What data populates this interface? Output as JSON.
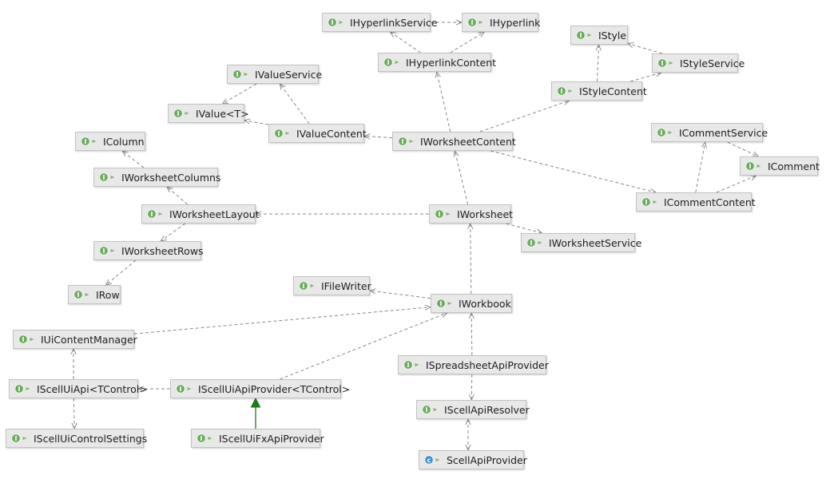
{
  "colors": {
    "background": "#ffffff",
    "node_fill": "#e8e8e8",
    "node_border": "#c2c2c2",
    "interface_badge": "#6aab5c",
    "class_badge": "#3e8fd6",
    "edge": "#8a8a8a",
    "implements_edge": "#1e7a1e"
  },
  "nodes": [
    {
      "id": "IHyperlinkService",
      "label": "IHyperlinkService",
      "kind": "interface",
      "icon": "interface-icon"
    },
    {
      "id": "IHyperlink",
      "label": "IHyperlink",
      "kind": "interface",
      "icon": "interface-icon"
    },
    {
      "id": "IHyperlinkContent",
      "label": "IHyperlinkContent",
      "kind": "interface",
      "icon": "interface-icon"
    },
    {
      "id": "IStyle",
      "label": "IStyle",
      "kind": "interface",
      "icon": "interface-icon"
    },
    {
      "id": "IStyleService",
      "label": "IStyleService",
      "kind": "interface",
      "icon": "interface-icon"
    },
    {
      "id": "IStyleContent",
      "label": "IStyleContent",
      "kind": "interface",
      "icon": "interface-icon"
    },
    {
      "id": "IValueService",
      "label": "IValueService",
      "kind": "interface",
      "icon": "interface-icon"
    },
    {
      "id": "IValue",
      "label": "IValue<T>",
      "kind": "interface",
      "icon": "interface-icon"
    },
    {
      "id": "IValueContent",
      "label": "IValueContent",
      "kind": "interface",
      "icon": "interface-icon"
    },
    {
      "id": "IWorksheetContent",
      "label": "IWorksheetContent",
      "kind": "interface",
      "icon": "interface-icon"
    },
    {
      "id": "ICommentService",
      "label": "ICommentService",
      "kind": "interface",
      "icon": "interface-icon"
    },
    {
      "id": "IComment",
      "label": "IComment",
      "kind": "interface",
      "icon": "interface-icon"
    },
    {
      "id": "ICommentContent",
      "label": "ICommentContent",
      "kind": "interface",
      "icon": "interface-icon"
    },
    {
      "id": "IColumn",
      "label": "IColumn",
      "kind": "interface",
      "icon": "interface-icon"
    },
    {
      "id": "IWorksheetColumns",
      "label": "IWorksheetColumns",
      "kind": "interface",
      "icon": "interface-icon"
    },
    {
      "id": "IWorksheetLayout",
      "label": "IWorksheetLayout",
      "kind": "interface",
      "icon": "interface-icon"
    },
    {
      "id": "IWorksheet",
      "label": "IWorksheet",
      "kind": "interface",
      "icon": "interface-icon"
    },
    {
      "id": "IWorksheetService",
      "label": "IWorksheetService",
      "kind": "interface",
      "icon": "interface-icon"
    },
    {
      "id": "IWorksheetRows",
      "label": "IWorksheetRows",
      "kind": "interface",
      "icon": "interface-icon"
    },
    {
      "id": "IRow",
      "label": "IRow",
      "kind": "interface",
      "icon": "interface-icon"
    },
    {
      "id": "IFileWriter",
      "label": "IFileWriter",
      "kind": "interface",
      "icon": "interface-icon"
    },
    {
      "id": "IWorkbook",
      "label": "IWorkbook",
      "kind": "interface",
      "icon": "interface-icon"
    },
    {
      "id": "IUiContentManager",
      "label": "IUiContentManager",
      "kind": "interface",
      "icon": "interface-icon"
    },
    {
      "id": "ISpreadsheetApiProvider",
      "label": "ISpreadsheetApiProvider",
      "kind": "interface",
      "icon": "interface-icon"
    },
    {
      "id": "IScellUiApi",
      "label": "IScellUiApi<TControl>",
      "kind": "interface",
      "icon": "interface-icon"
    },
    {
      "id": "IScellUiApiProvider",
      "label": "IScellUiApiProvider<TControl>",
      "kind": "interface",
      "icon": "interface-icon"
    },
    {
      "id": "IScellApiResolver",
      "label": "IScellApiResolver",
      "kind": "interface",
      "icon": "interface-icon"
    },
    {
      "id": "IScellUiControlSettings",
      "label": "IScellUiControlSettings",
      "kind": "interface",
      "icon": "interface-icon"
    },
    {
      "id": "IScellUiFxApiProvider",
      "label": "IScellUiFxApiProvider",
      "kind": "interface",
      "icon": "interface-icon"
    },
    {
      "id": "ScellApiProvider",
      "label": "ScellApiProvider",
      "kind": "class",
      "icon": "class-icon"
    }
  ],
  "edges": [
    {
      "from": "IHyperlinkService",
      "to": "IHyperlink",
      "style": "dependency"
    },
    {
      "from": "IHyperlinkContent",
      "to": "IHyperlinkService",
      "style": "dependency"
    },
    {
      "from": "IHyperlinkContent",
      "to": "IHyperlink",
      "style": "dependency"
    },
    {
      "from": "IStyleService",
      "to": "IStyle",
      "style": "dependency"
    },
    {
      "from": "IStyleContent",
      "to": "IStyle",
      "style": "dependency"
    },
    {
      "from": "IStyleContent",
      "to": "IStyleService",
      "style": "dependency"
    },
    {
      "from": "IValueService",
      "to": "IValue",
      "style": "dependency"
    },
    {
      "from": "IValueContent",
      "to": "IValue",
      "style": "dependency"
    },
    {
      "from": "IValueContent",
      "to": "IValueService",
      "style": "dependency"
    },
    {
      "from": "IWorksheetContent",
      "to": "IHyperlinkContent",
      "style": "dependency"
    },
    {
      "from": "IWorksheetContent",
      "to": "IStyleContent",
      "style": "dependency"
    },
    {
      "from": "IWorksheetContent",
      "to": "IValueContent",
      "style": "dependency"
    },
    {
      "from": "IWorksheetContent",
      "to": "ICommentContent",
      "style": "dependency"
    },
    {
      "from": "ICommentService",
      "to": "IComment",
      "style": "dependency"
    },
    {
      "from": "ICommentContent",
      "to": "ICommentService",
      "style": "dependency"
    },
    {
      "from": "ICommentContent",
      "to": "IComment",
      "style": "dependency"
    },
    {
      "from": "IWorksheetColumns",
      "to": "IColumn",
      "style": "dependency"
    },
    {
      "from": "IWorksheetLayout",
      "to": "IWorksheetColumns",
      "style": "dependency"
    },
    {
      "from": "IWorksheetLayout",
      "to": "IWorksheetRows",
      "style": "dependency"
    },
    {
      "from": "IWorksheetRows",
      "to": "IRow",
      "style": "dependency"
    },
    {
      "from": "IWorksheet",
      "to": "IWorksheetContent",
      "style": "dependency"
    },
    {
      "from": "IWorksheet",
      "to": "IWorksheetLayout",
      "style": "dependency"
    },
    {
      "from": "IWorksheet",
      "to": "IWorksheetService",
      "style": "dependency"
    },
    {
      "from": "IWorkbook",
      "to": "IWorksheet",
      "style": "dependency"
    },
    {
      "from": "IWorkbook",
      "to": "IFileWriter",
      "style": "dependency"
    },
    {
      "from": "IUiContentManager",
      "to": "IWorkbook",
      "style": "dependency"
    },
    {
      "from": "IScellUiApiProvider",
      "to": "IWorkbook",
      "style": "dependency"
    },
    {
      "from": "ISpreadsheetApiProvider",
      "to": "IWorkbook",
      "style": "dependency"
    },
    {
      "from": "ISpreadsheetApiProvider",
      "to": "IScellApiResolver",
      "style": "dependency"
    },
    {
      "from": "IScellApiResolver",
      "to": "ScellApiProvider",
      "style": "dependency"
    },
    {
      "from": "ScellApiProvider",
      "to": "IScellApiResolver",
      "style": "dependency"
    },
    {
      "from": "IScellUiApiProvider",
      "to": "IScellUiApi",
      "style": "dependency"
    },
    {
      "from": "IScellUiApi",
      "to": "IUiContentManager",
      "style": "dependency"
    },
    {
      "from": "IScellUiApi",
      "to": "IScellUiControlSettings",
      "style": "dependency"
    },
    {
      "from": "IScellUiFxApiProvider",
      "to": "IScellUiApiProvider",
      "style": "implements"
    }
  ]
}
